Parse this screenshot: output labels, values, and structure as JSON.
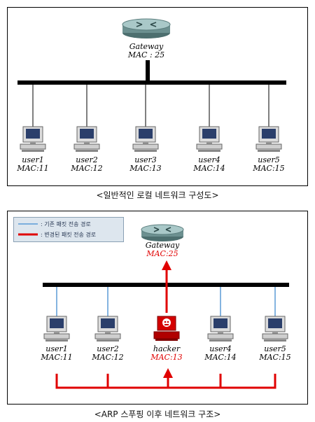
{
  "diagram1": {
    "gateway": {
      "name": "Gateway",
      "mac": "MAC : 25"
    },
    "users": [
      {
        "name": "user1",
        "mac": "MAC:11"
      },
      {
        "name": "user2",
        "mac": "MAC:12"
      },
      {
        "name": "user3",
        "mac": "MAC:13"
      },
      {
        "name": "user4",
        "mac": "MAC:14"
      },
      {
        "name": "user5",
        "mac": "MAC:15"
      }
    ],
    "caption": "<일반적인 로컬 네트워크 구성도>"
  },
  "diagram2": {
    "legend": [
      {
        "text": ": 기존 패킷 전송 경로",
        "color": "#5b9bd5"
      },
      {
        "text": ": 변경된 패킷 전송 경로",
        "color": "#e00000"
      }
    ],
    "gateway": {
      "name": "Gateway",
      "mac": "MAC:25"
    },
    "nodes": [
      {
        "name": "user1",
        "mac": "MAC:11"
      },
      {
        "name": "user2",
        "mac": "MAC:12"
      },
      {
        "name": "hacker",
        "mac": "MAC:13"
      },
      {
        "name": "user4",
        "mac": "MAC:14"
      },
      {
        "name": "user5",
        "mac": "MAC:15"
      }
    ],
    "caption": "<ARP 스푸핑 이후 네트워크 구조>"
  },
  "colors": {
    "original_path": "#5b9bd5",
    "changed_path": "#e00000",
    "bus": "#000000"
  }
}
